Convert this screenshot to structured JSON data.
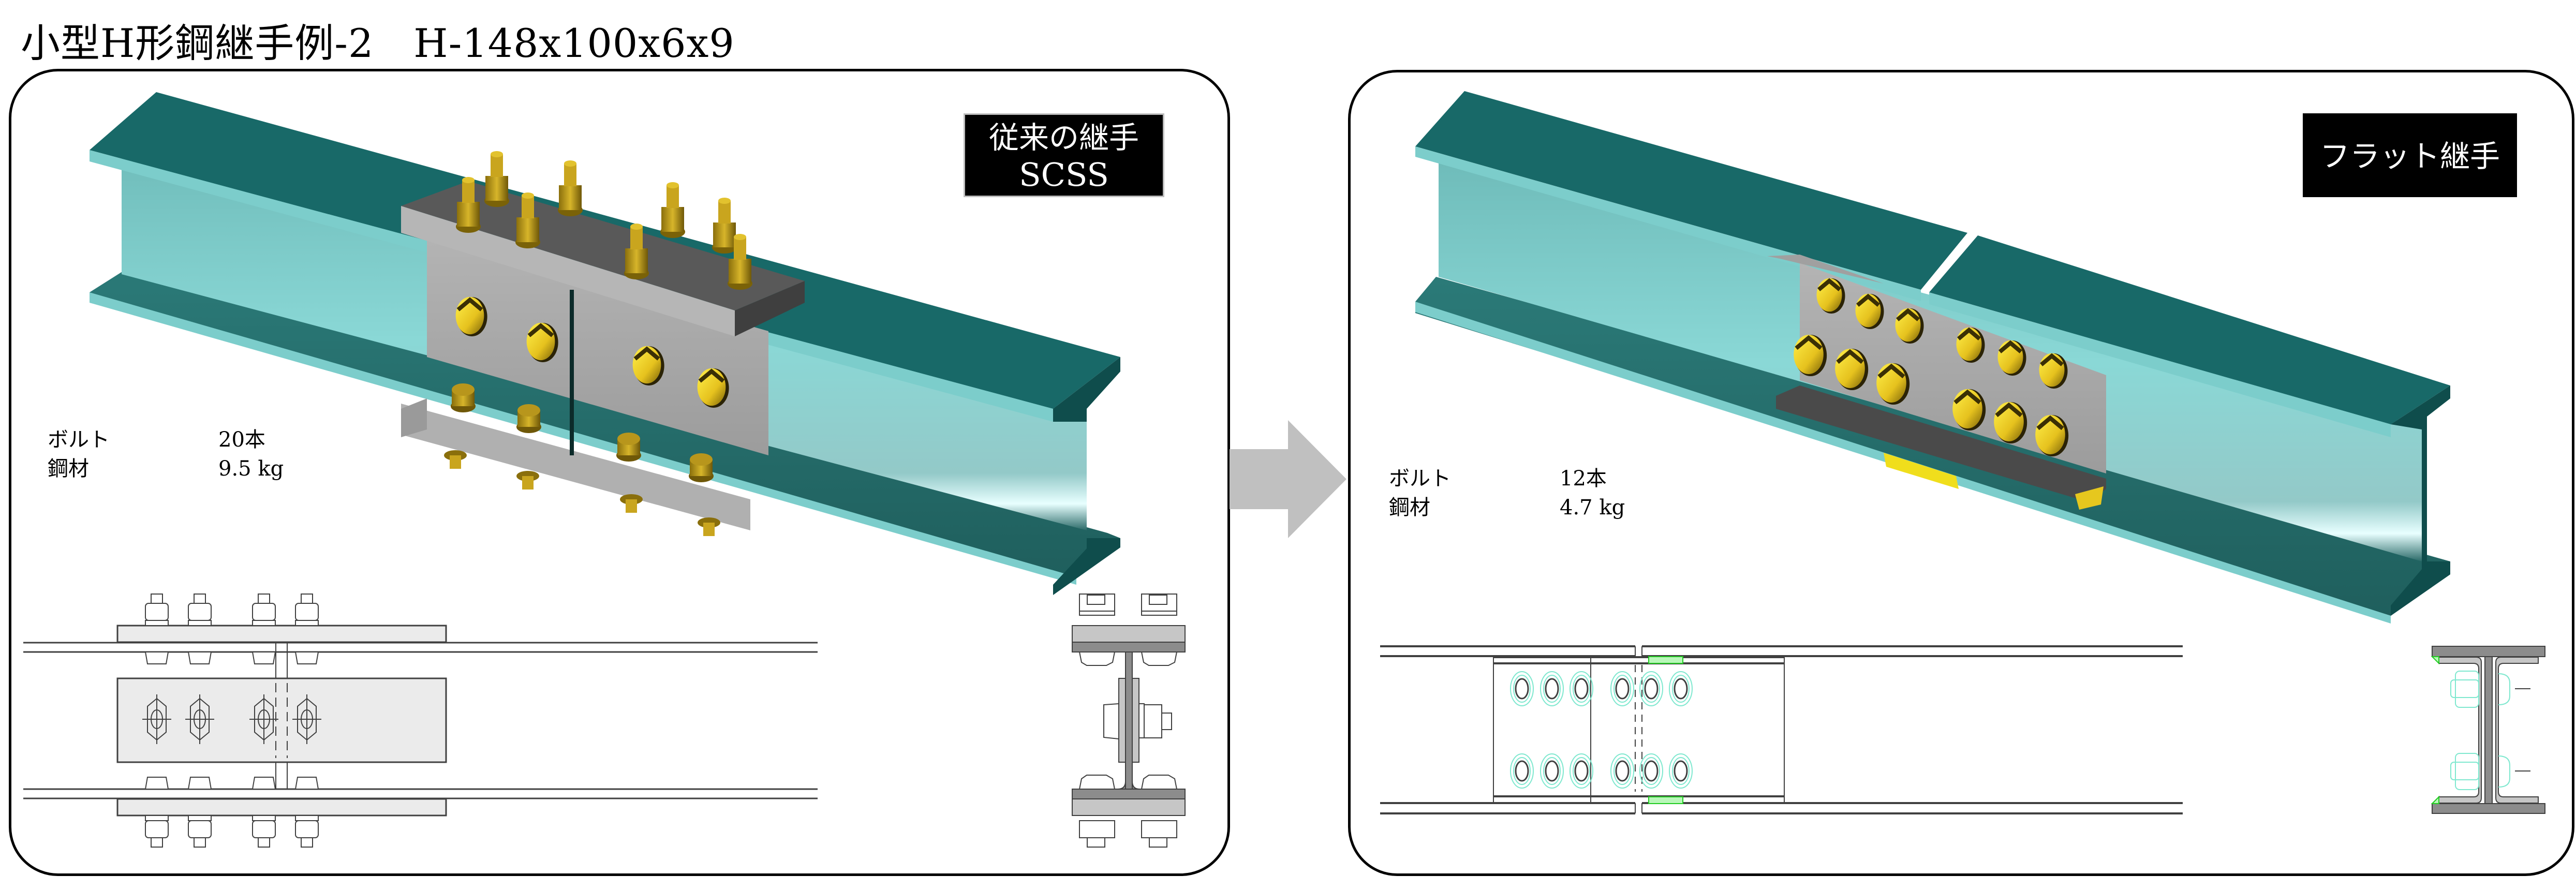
{
  "title": "小型H形鋼継手例-2　H-148x100x6x9",
  "colors": {
    "beam_top": "#186968",
    "beam_face": "#7ccdcb",
    "beam_web": "#86d6d5",
    "beam_dark": "#0f4d4c",
    "plate_top": "#595959",
    "plate_face": "#a8a8a8",
    "bolt": "#d4b21c",
    "bolt_dark": "#6e5a08",
    "arrow": "#c0c0c0",
    "drawing_line": "#404040",
    "drawing_fill": "#ebebeb",
    "section_dark": "#8c8c8c",
    "section_light": "#c6c6c6",
    "hidden_bolt": "#7fe8cf",
    "weld": "#b9f7b9",
    "weld_line": "#22cc22"
  },
  "panels": [
    {
      "id": "conventional",
      "label_line1": "従来の継手",
      "label_line2": "SCSS",
      "specs": [
        {
          "key": "ボルト",
          "value": "20本"
        },
        {
          "key": "鋼材",
          "value": "9.5 kg"
        }
      ],
      "bolt_count": 20,
      "steel_weight_kg": 9.5
    },
    {
      "id": "flat",
      "label_line1": "フラット継手",
      "label_line2": "",
      "specs": [
        {
          "key": "ボルト",
          "value": "12本"
        },
        {
          "key": "鋼材",
          "value": "4.7 kg"
        }
      ],
      "bolt_count": 12,
      "steel_weight_kg": 4.7
    }
  ],
  "arrow_icon": "right-arrow"
}
